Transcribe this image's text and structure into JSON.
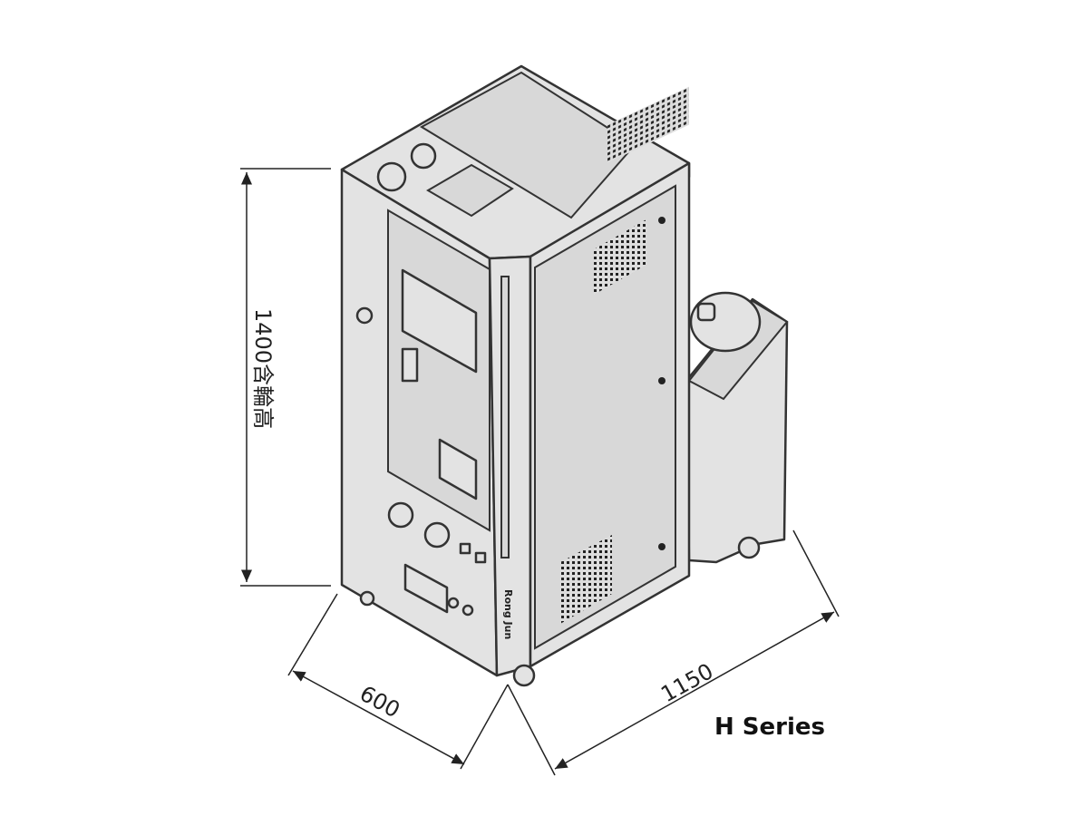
{
  "title": "H Series",
  "dimensions": {
    "height_label": "1400含輪高",
    "depth_label": "600",
    "width_label": "1150"
  },
  "brand": "Rong Jun"
}
